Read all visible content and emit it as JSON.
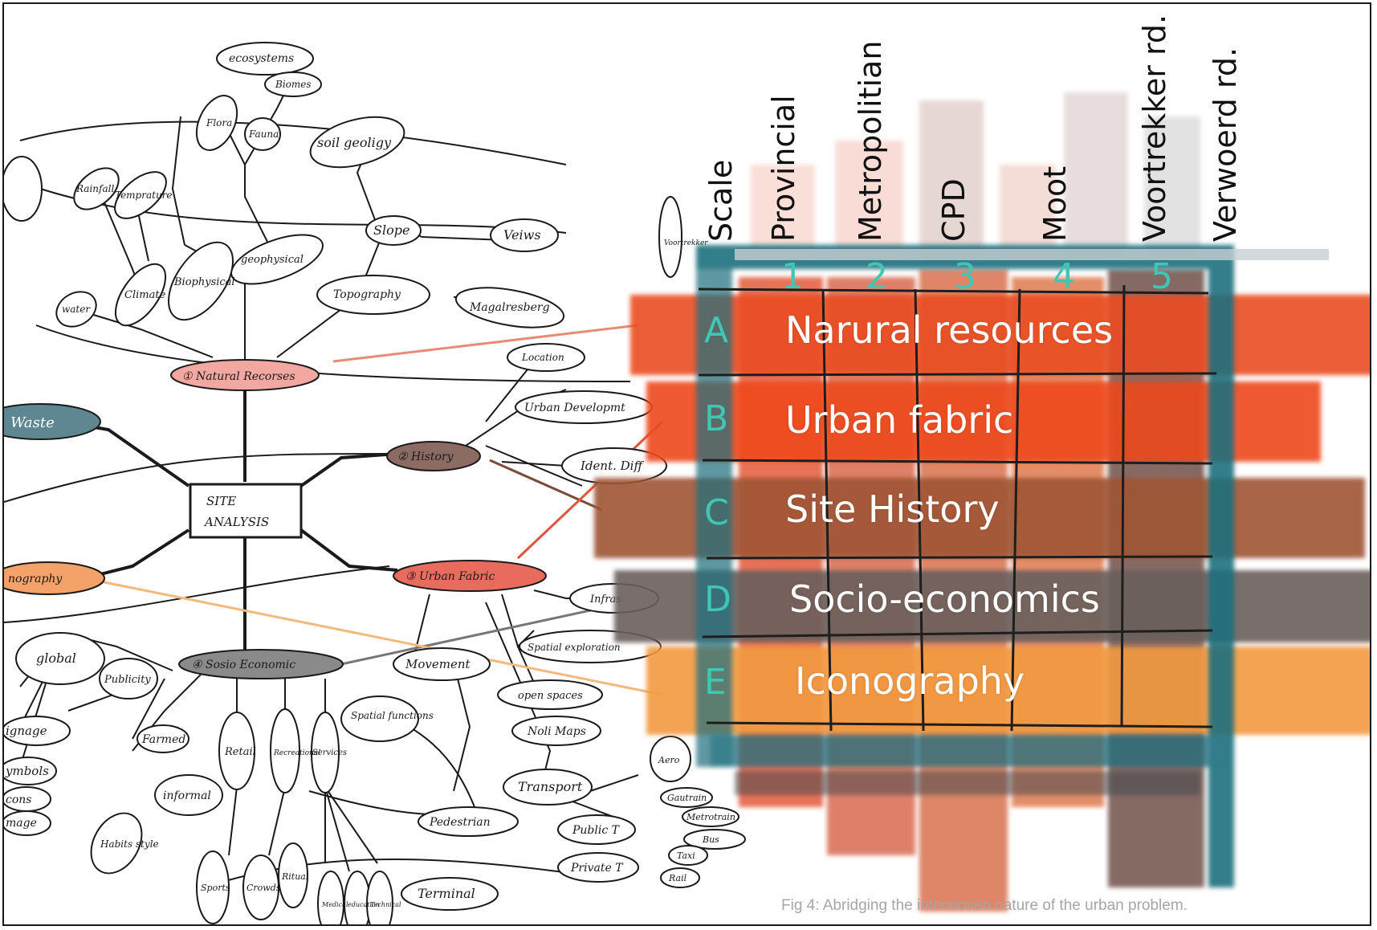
{
  "mindmap": {
    "center": [
      "SITE",
      "ANALYSIS"
    ],
    "branches": {
      "natural": "① Natural Recorses",
      "history": "② History",
      "urban": "③ Urban Fabric",
      "socio": "④ Sosio Economic",
      "waste": "Waste",
      "iconography": "nography"
    },
    "nodes": {
      "ecosystems": "ecosystems",
      "biomes": "Biomes",
      "flora": "Flora",
      "fauna": "Fauna",
      "soil": "soil geoligy",
      "rainfall": "Rainfall",
      "temprature": "Temprature",
      "slope": "Slope",
      "views": "Veiws",
      "geophysical": "geophysical",
      "biophysical": "Biophysical",
      "climate": "Climate",
      "water": "water",
      "topography": "Topography",
      "magaliesberg": "Magalresberg",
      "location": "Location",
      "urban_dev": "Urban Developmt",
      "identity": "Ident. Diff",
      "infras": "Infras",
      "spatial_expl": "Spatial exploration",
      "movement": "Movement",
      "open_spaces": "open spaces",
      "noli": "Noli Maps",
      "spatial_functions": "Spatial functions",
      "transport": "Transport",
      "pedestrian": "Pedestrian",
      "public_t": "Public T",
      "private_t": "Private T",
      "terminal": "Terminal",
      "global": "global",
      "publicity": "Publicity",
      "farmed": "Farmed",
      "retail": "Retail",
      "recreational": "Recreational",
      "services": "Services",
      "informal": "informal",
      "habits": "Habits style",
      "signage": "ignage",
      "symbols": "ymbols",
      "icons": "cons",
      "image": "mage",
      "sports": "Sports",
      "crowds": "Crowds",
      "ritual": "Ritual",
      "medical": "Medical",
      "education": "education",
      "technical": "Technical",
      "gautrain": "Gautrain",
      "aero": "Aero",
      "metrotrain": "Metrotrain",
      "bus": "Bus",
      "taxi": "Taxi",
      "rail": "Rail",
      "voortrekker": "Voortrekker"
    }
  },
  "matrix": {
    "columns": [
      {
        "label": "Scale",
        "num": ""
      },
      {
        "label": "Provincial",
        "num": "1"
      },
      {
        "label": "Metropolitian",
        "num": "2"
      },
      {
        "label": "CPD",
        "num": "3"
      },
      {
        "label": "Moot",
        "num": "4"
      },
      {
        "label": "Voortrekker rd.",
        "num": "5"
      },
      {
        "label": "Verwoerd rd.",
        "num": ""
      }
    ],
    "rows": [
      {
        "letter": "A",
        "label": "Narural resources",
        "color": "#e8542c"
      },
      {
        "letter": "B",
        "label": "Urban fabric",
        "color": "#ea4a22"
      },
      {
        "letter": "C",
        "label": "Site History",
        "color": "#a4593a"
      },
      {
        "letter": "D",
        "label": "Socio-economics",
        "color": "#6b5f5c"
      },
      {
        "letter": "E",
        "label": "Iconography",
        "color": "#f39a3f"
      }
    ],
    "accent_color": "#3fc7b4",
    "teal_color": "#1f6f7e"
  },
  "caption": "Fig 4: Abridging the interwoven nature of  the urban problem."
}
